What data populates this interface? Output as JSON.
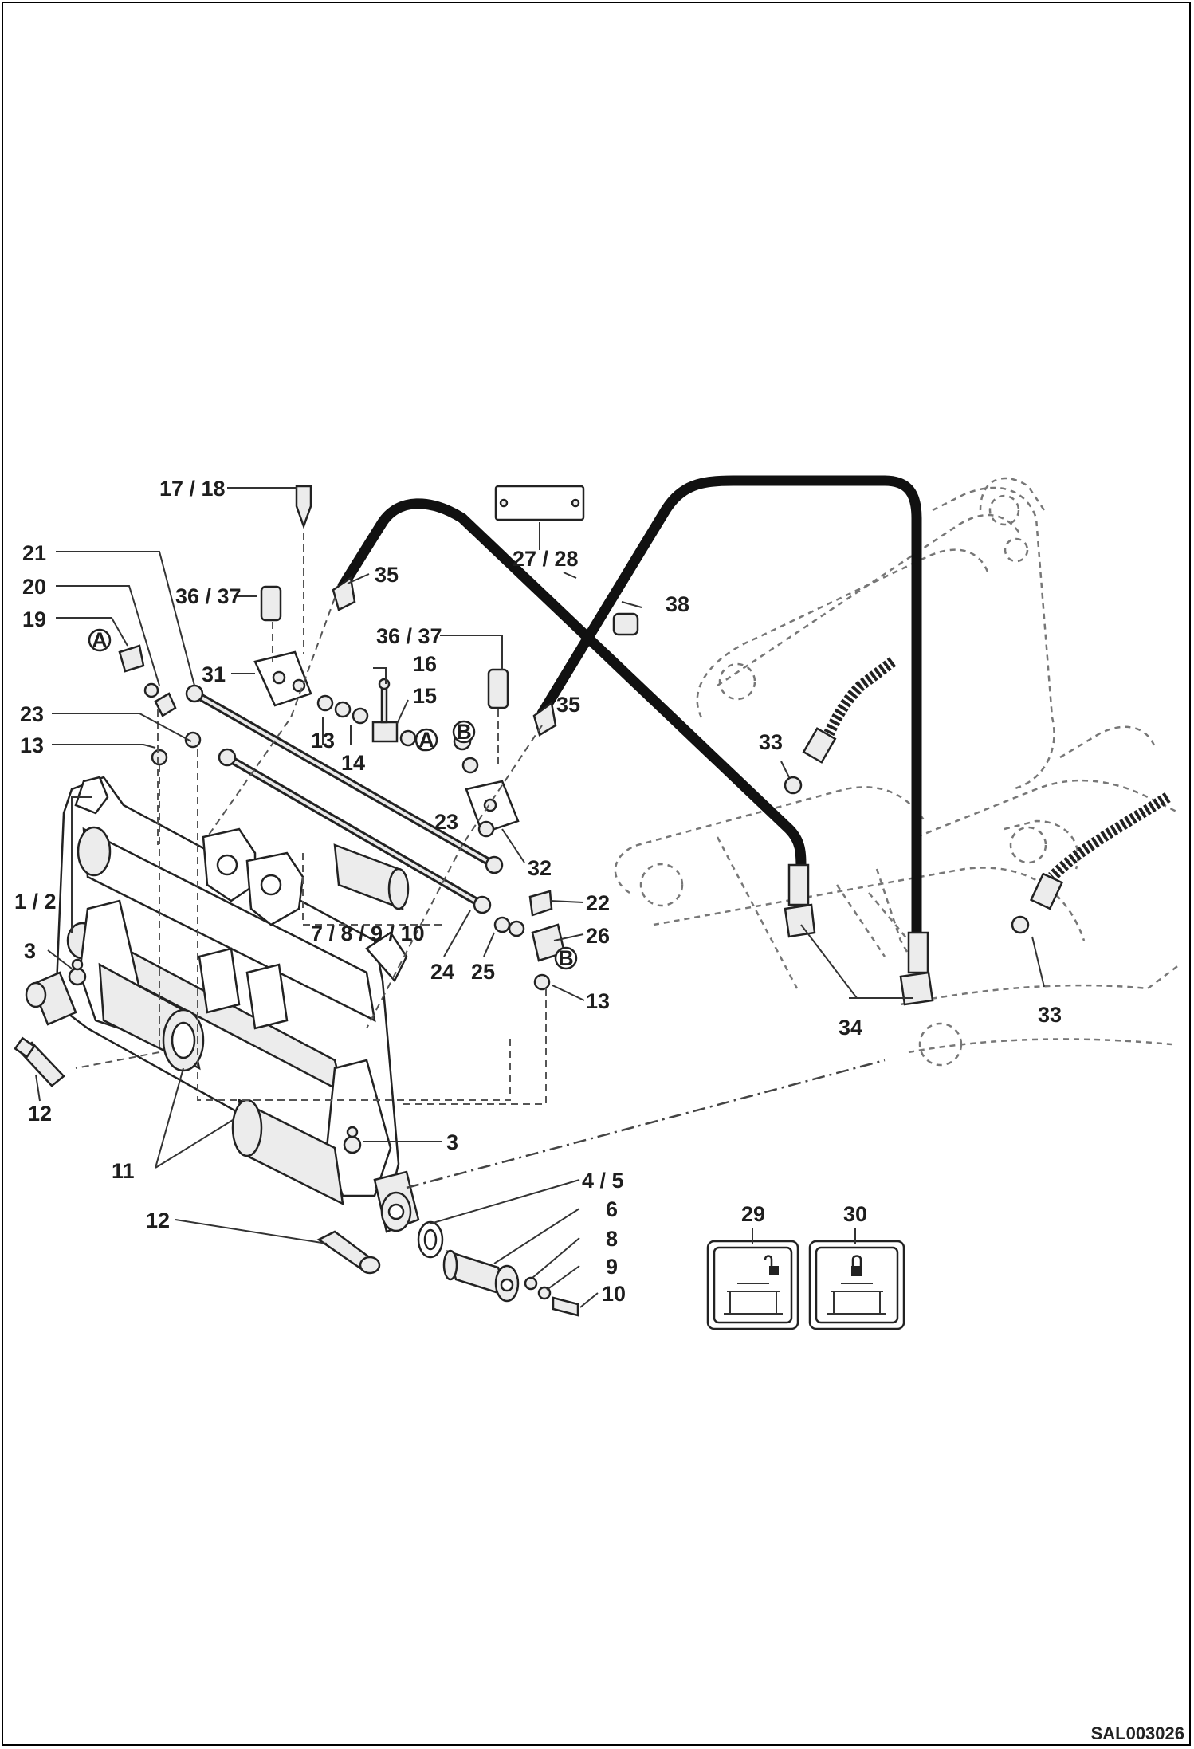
{
  "drawing_ref": "SAL003026",
  "labels": {
    "l1718": "17 / 18",
    "l2728": "27 / 28",
    "l21": "21",
    "l20": "20",
    "l19": "19",
    "l3637a": "36 / 37",
    "l3637b": "36 / 37",
    "l35a": "35",
    "l35b": "35",
    "l38": "38",
    "l16": "16",
    "l15": "15",
    "l31": "31",
    "l23a": "23",
    "l23b": "23",
    "l13a": "13",
    "l13b": "13",
    "l13c": "13",
    "l14": "14",
    "l33a": "33",
    "l33b": "33",
    "l32": "32",
    "l22": "22",
    "l26": "26",
    "l24": "24",
    "l25": "25",
    "l12": "12",
    "l12b": "12",
    "l1_2": "1 / 2",
    "l3a": "3",
    "l3b": "3",
    "l7810": "7 / 8 / 9 / 10",
    "l34": "34",
    "l11": "11",
    "l45": "4 / 5",
    "l6": "6",
    "l8": "8",
    "l9": "9",
    "l10": "10",
    "l29": "29",
    "l30": "30"
  },
  "markers": {
    "a1": "A",
    "a2": "A",
    "b1": "B",
    "b2": "B"
  },
  "icons": [
    "unlock-icon",
    "lock-icon"
  ]
}
